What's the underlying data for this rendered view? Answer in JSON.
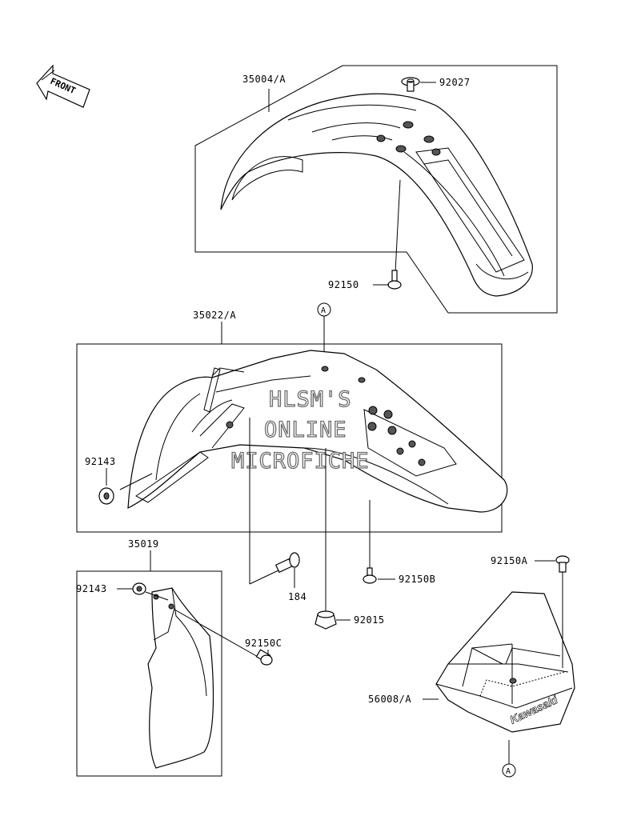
{
  "front_arrow": {
    "label": "FRONT"
  },
  "parts": {
    "front_fender": "35004/A",
    "fender_nut": "92027",
    "fender_bolt": "92150",
    "rear_fender": "35022/A",
    "collar_left": "92143",
    "mud_flap": "35019",
    "collar_flap": "92143",
    "bolt_184": "184",
    "bolt_92150b": "92150B",
    "bolt_92150c": "92150C",
    "nut_92015": "92015",
    "bolt_92150a": "92150A",
    "box_cover": "56008/A"
  },
  "references": {
    "a_top": "A",
    "a_bottom": "A"
  },
  "watermark": {
    "line1": "HLSM'S",
    "line2": "ONLINE",
    "line3": "MICROFICHE"
  },
  "brand_decal": "Kawasaki"
}
